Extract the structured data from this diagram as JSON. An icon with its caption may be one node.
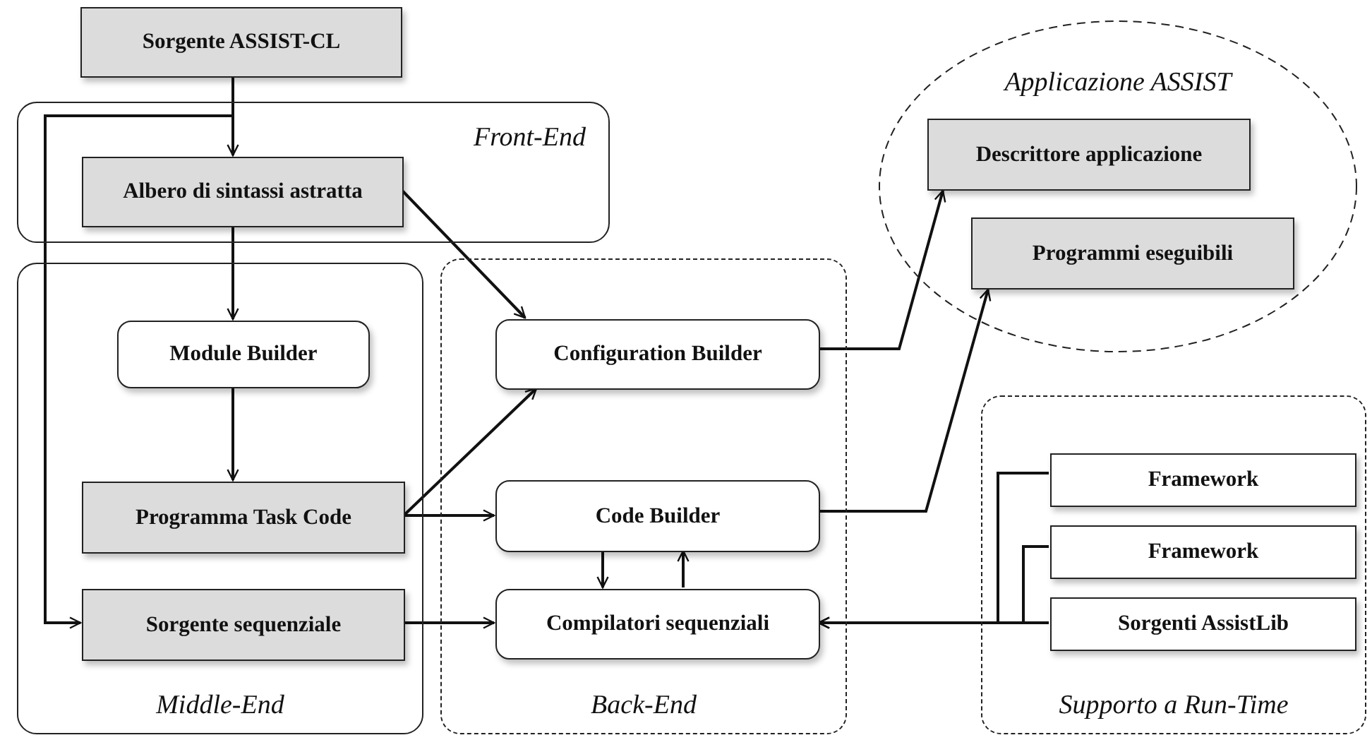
{
  "diagram": {
    "nodes": [
      {
        "text": [
          "Sorgente ASSIST-CL"
        ]
      },
      {
        "text": [
          "Front-End"
        ]
      },
      {
        "text": [
          "Albero di sintassi astratta"
        ],
        "in": 1
      },
      {
        "text": [
          "Applicazione ASSIST"
        ]
      },
      {
        "text": [
          "Descrittore applicazione"
        ],
        "in": 3
      },
      {
        "text": [
          "Programmi eseguibili"
        ],
        "in": 3
      },
      {
        "text": [
          "Middle-End"
        ]
      },
      {
        "text": [
          "Module Builder"
        ],
        "in": 6
      },
      {
        "text": [
          "Programma Task Code"
        ],
        "in": 6
      },
      {
        "text": [
          "Sorgente sequenziale"
        ],
        "in": 6
      },
      {
        "text": [
          "Back-End"
        ]
      },
      {
        "text": [
          "Configuration Builder"
        ],
        "in": 10
      },
      {
        "text": [
          "Code Builder"
        ],
        "in": 10
      },
      {
        "text": [
          "Compilatori sequenziali"
        ],
        "in": 10
      },
      {
        "text": [
          "Supporto a Run-Time"
        ]
      },
      {
        "text": [
          "Framework"
        ],
        "in": 14
      },
      {
        "text": [
          "Framework"
        ],
        "in": 14
      },
      {
        "text": [
          "Sorgenti AssistLib"
        ],
        "in": 14
      }
    ],
    "edges": [
      {
        "from": 0,
        "to": 2,
        "arrow": "to"
      },
      {
        "from": 0,
        "to": 9,
        "arrow": "to"
      },
      {
        "from": 2,
        "to": 7,
        "arrow": "to"
      },
      {
        "from": 2,
        "to": 11,
        "arrow": "to"
      },
      {
        "from": 7,
        "to": 8,
        "arrow": "to"
      },
      {
        "from": 8,
        "to": 11,
        "arrow": "to"
      },
      {
        "from": 8,
        "to": 12,
        "arrow": "to"
      },
      {
        "from": 9,
        "to": 13,
        "arrow": "to"
      },
      {
        "from": 12,
        "to": 13,
        "arrow": "to"
      },
      {
        "from": 13,
        "to": 12,
        "arrow": "to"
      },
      {
        "from": 11,
        "to": 4,
        "arrow": "to"
      },
      {
        "from": 12,
        "to": 5,
        "arrow": "to"
      },
      {
        "from": 17,
        "to": 13,
        "arrow": "to"
      },
      {
        "from": 15,
        "to": 13,
        "arrow": "to"
      },
      {
        "from": 16,
        "to": 13,
        "arrow": "to"
      }
    ]
  }
}
